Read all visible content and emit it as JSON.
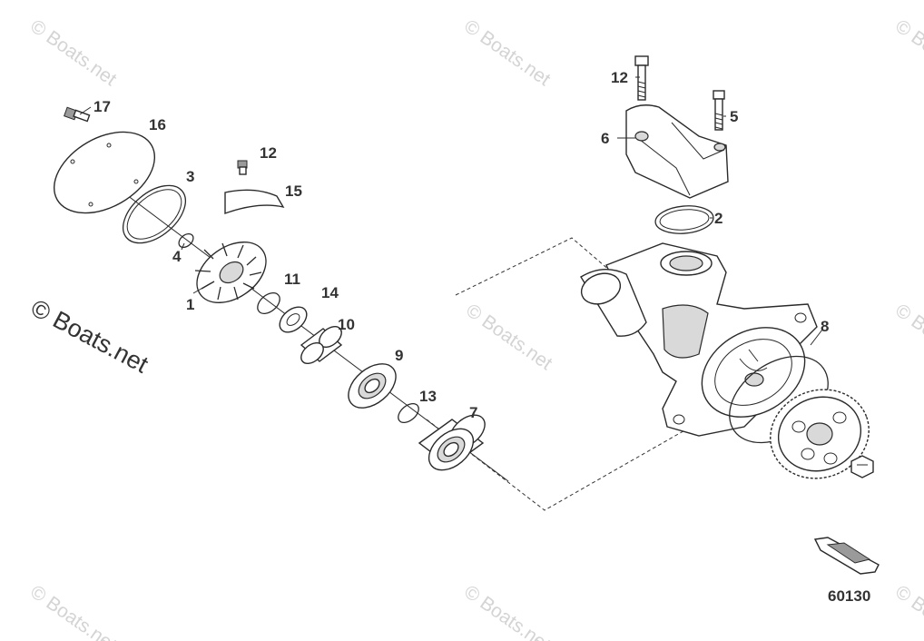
{
  "diagram": {
    "figure_number": "60130",
    "watermark": "© Boats.net",
    "labels": {
      "p1": "1",
      "p2": "2",
      "p3": "3",
      "p4": "4",
      "p5": "5",
      "p6": "6",
      "p7": "7",
      "p8": "8",
      "p9": "9",
      "p10": "10",
      "p11": "11",
      "p12a": "12",
      "p12b": "12",
      "p13": "13",
      "p14": "14",
      "p15": "15",
      "p16": "16",
      "p17": "17"
    }
  },
  "colors": {
    "line": "#2a2a2a",
    "label": "#333333",
    "watermark": "#d4d4d4"
  },
  "icons": {
    "boat": "boat-orientation-icon"
  }
}
